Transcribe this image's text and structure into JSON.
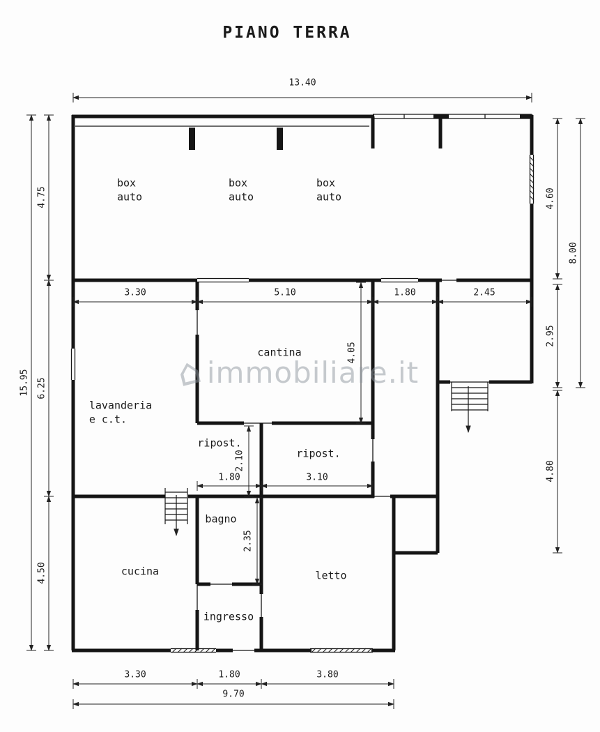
{
  "title": "PIANO TERRA",
  "watermark": {
    "icon": "⌂",
    "text": "immobiliare.it"
  },
  "rooms": {
    "box_auto_1": "box\nauto",
    "box_auto_2": "box\nauto",
    "box_auto_3": "box\nauto",
    "cantina": "cantina",
    "lavanderia": "lavanderia\ne c.t.",
    "ripost_1": "ripost.",
    "ripost_2": "ripost.",
    "bagno": "bagno",
    "cucina": "cucina",
    "letto": "letto",
    "ingresso": "ingresso"
  },
  "dimensions": {
    "top_width": "13.40",
    "left_total": "15.95",
    "left_top": "4.75",
    "left_mid": "6.25",
    "left_bottom": "4.50",
    "right_top": "4.60",
    "right_outer": "8.00",
    "right_mid": "2.95",
    "right_lower": "4.80",
    "mid_1": "3.30",
    "mid_2": "5.10",
    "mid_3": "1.80",
    "mid_4": "2.45",
    "cantina_h": "4.05",
    "ripost_h": "2.10",
    "ripost_w1": "1.80",
    "ripost_w2": "3.10",
    "bagno_h": "2.35",
    "bottom_1": "3.30",
    "bottom_2": "1.80",
    "bottom_3": "3.80",
    "bottom_total": "9.70"
  }
}
